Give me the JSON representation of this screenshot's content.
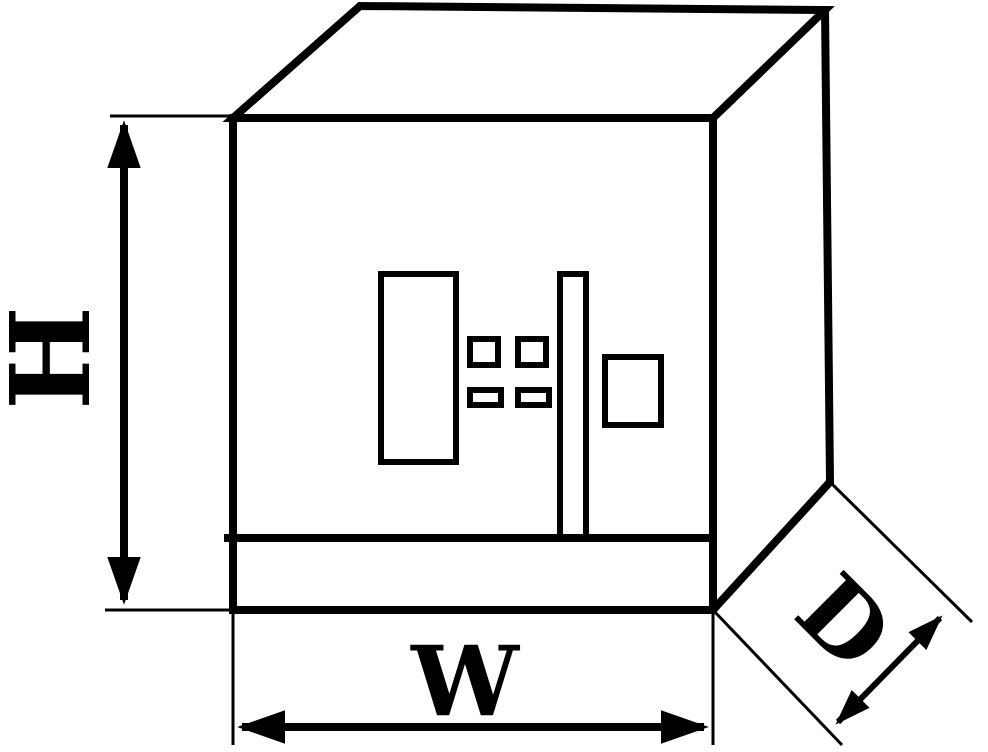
{
  "labels": {
    "height": "H",
    "width": "W",
    "depth": "D"
  },
  "colors": {
    "ink": "#000000",
    "background": "#ffffff"
  }
}
